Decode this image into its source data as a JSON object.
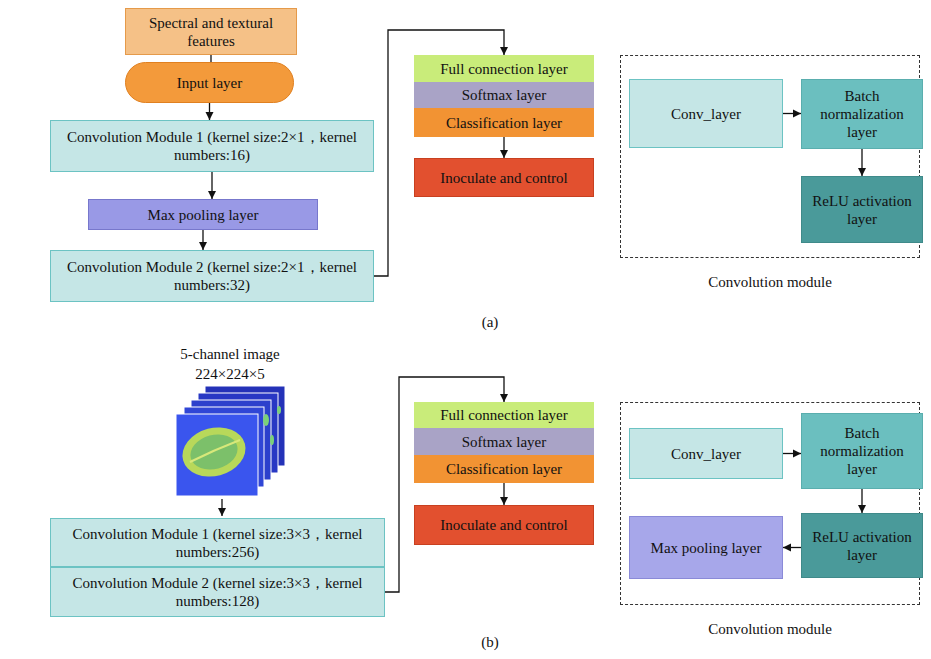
{
  "diagram": {
    "nodes": [
      {
        "text": [
          "Spectral and textural features"
        ]
      },
      {
        "text": [
          "Input layer"
        ]
      },
      {
        "text": [
          "Convolution Module 1 (kernel size:2×1，kernel numbers:16)"
        ]
      },
      {
        "text": [
          "Max pooling layer"
        ]
      },
      {
        "text": [
          "Convolution Module 2 (kernel size:2×1，kernel numbers:32)"
        ]
      },
      {
        "text": [
          "Full connection layer"
        ]
      },
      {
        "text": [
          "Softmax layer"
        ]
      },
      {
        "text": [
          "Classification layer"
        ]
      },
      {
        "text": [
          "Inoculate and control"
        ]
      },
      {
        "text": [
          "Convolution module"
        ]
      },
      {
        "text": [
          "Conv_layer"
        ],
        "in": 9
      },
      {
        "text": [
          "Batch normalization layer"
        ],
        "in": 9
      },
      {
        "text": [
          "ReLU activation layer"
        ],
        "in": 9
      },
      {
        "text": [
          "Convolution Module 1 (kernel size:3×3，kernel numbers:256)"
        ]
      },
      {
        "text": [
          "Convolution Module 2 (kernel size:3×3，kernel numbers:128)"
        ]
      },
      {
        "text": [
          "Full connection layer"
        ]
      },
      {
        "text": [
          "Softmax layer"
        ]
      },
      {
        "text": [
          "Classification layer"
        ]
      },
      {
        "text": [
          "Inoculate and control"
        ]
      },
      {
        "text": [
          "Convolution module"
        ]
      },
      {
        "text": [
          "Conv_layer"
        ],
        "in": 19
      },
      {
        "text": [
          "Batch normalization layer"
        ],
        "in": 19
      },
      {
        "text": [
          "ReLU activation layer"
        ],
        "in": 19
      },
      {
        "text": [
          "Max pooling layer"
        ],
        "in": 19
      }
    ],
    "edges": [
      {
        "from": 0,
        "to": 1,
        "arrow": "none"
      },
      {
        "from": 1,
        "to": 2,
        "arrow": "to"
      },
      {
        "from": 2,
        "to": 3,
        "arrow": "to"
      },
      {
        "from": 3,
        "to": 4,
        "arrow": "to"
      },
      {
        "from": 4,
        "to": 5,
        "arrow": "to"
      },
      {
        "from": 7,
        "to": 8,
        "arrow": "to"
      },
      {
        "from": 10,
        "to": 11,
        "arrow": "to"
      },
      {
        "from": 11,
        "to": 12,
        "arrow": "to"
      },
      {
        "from": 14,
        "to": 15,
        "arrow": "to"
      },
      {
        "from": 17,
        "to": 18,
        "arrow": "to"
      },
      {
        "from": 20,
        "to": 21,
        "arrow": "to"
      },
      {
        "from": 21,
        "to": 22,
        "arrow": "to"
      },
      {
        "from": 22,
        "to": 23,
        "arrow": "to"
      }
    ],
    "labels": [
      "(a)",
      "5-channel image",
      "224×224×5",
      "(b)"
    ]
  }
}
